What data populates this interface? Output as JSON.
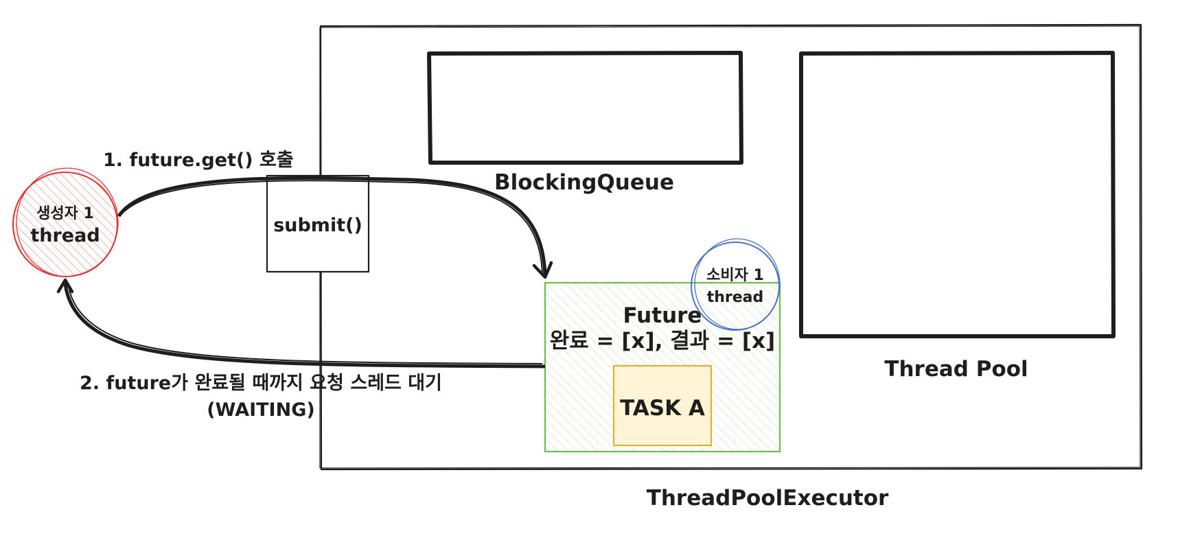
{
  "producer": {
    "line1": "생성자 1",
    "line2": "thread",
    "color": "#e03131"
  },
  "consumer": {
    "line1": "소비자 1",
    "line2": "thread",
    "color": "#4a72c8"
  },
  "submit": {
    "label": "submit()"
  },
  "blocking_queue": {
    "label": "BlockingQueue"
  },
  "thread_pool": {
    "label": "Thread Pool"
  },
  "executor": {
    "label": "ThreadPoolExecutor"
  },
  "future": {
    "title": "Future",
    "status": "완료 = [x], 결과 = [x]",
    "color": "#6abe4a"
  },
  "task": {
    "label": "TASK A",
    "color": "#e0b030"
  },
  "arrow_call": {
    "label": "1. future.get() 호출"
  },
  "arrow_wait": {
    "line1": "2. future가 완료될 때까지 요청 스레드 대기",
    "line2": "(WAITING)"
  }
}
